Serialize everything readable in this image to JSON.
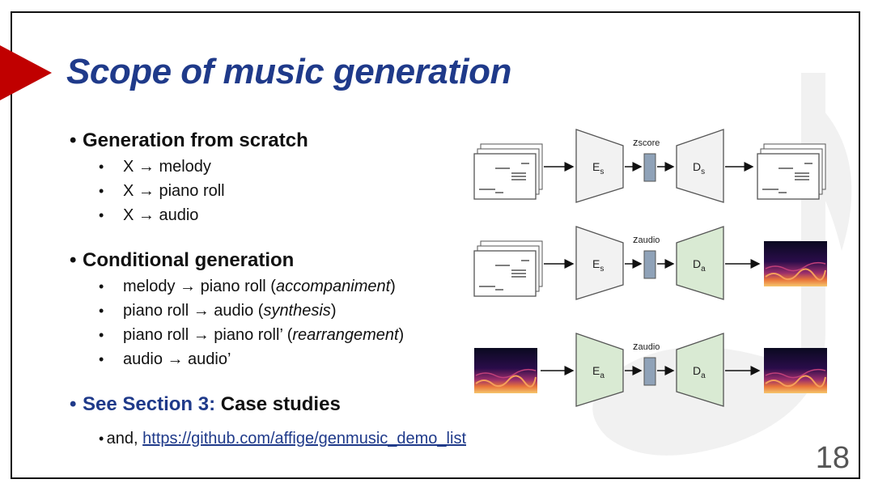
{
  "slide": {
    "title": "Scope of music generation",
    "page_number": "18"
  },
  "bullets": {
    "scratch": {
      "heading": "Generation from scratch",
      "items": [
        "X → melody",
        "X → piano roll",
        "X → audio"
      ]
    },
    "conditional": {
      "heading": "Conditional generation",
      "items": [
        {
          "pre": "melody → piano roll (",
          "em": "accompaniment",
          "post": ")"
        },
        {
          "pre": "piano roll → audio (",
          "em": "synthesis",
          "post": ")"
        },
        {
          "pre": "piano roll → piano roll’ (",
          "em": "rearrangement",
          "post": ")"
        },
        {
          "pre": "audio → audio’",
          "em": "",
          "post": ""
        }
      ]
    },
    "section_ref": {
      "blue": "See Section 3:",
      "black": " Case studies"
    },
    "link_line": {
      "pre": "and, ",
      "url": "https://github.com/affige/genmusic_demo_list"
    }
  },
  "diagram": {
    "rows": [
      {
        "encoder": "E",
        "encoder_sub": "s",
        "latent": "z",
        "latent_sub": "score",
        "decoder": "D",
        "decoder_sub": "s"
      },
      {
        "encoder": "E",
        "encoder_sub": "s",
        "latent": "z",
        "latent_sub": "audio",
        "decoder": "D",
        "decoder_sub": "a"
      },
      {
        "encoder": "E",
        "encoder_sub": "a",
        "latent": "z",
        "latent_sub": "audio",
        "decoder": "D",
        "decoder_sub": "a"
      }
    ]
  },
  "colors": {
    "title": "#1f3a8a",
    "accent_arrow": "#c00000",
    "symbolic_block": "#f2f2f2",
    "audio_block": "#d9ead3",
    "latent_block": "#8fa2b8"
  }
}
